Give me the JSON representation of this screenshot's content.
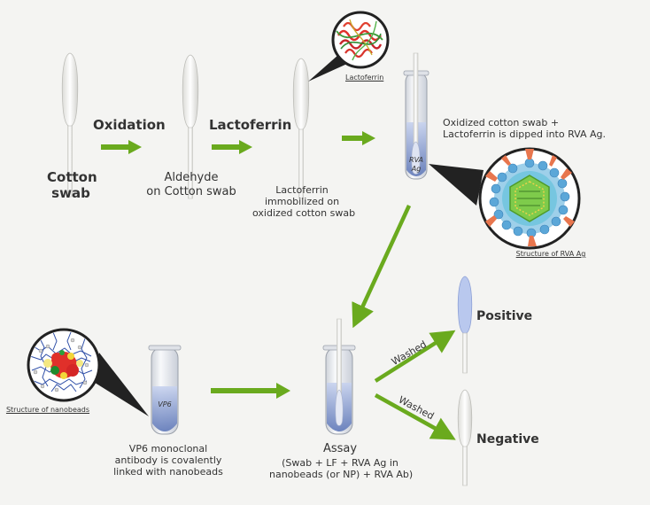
{
  "top": {
    "cotton_swab": [
      "Cotton",
      "swab"
    ],
    "step_oxidation": "Oxidation",
    "aldehyde": [
      "Aldehyde",
      "on Cotton swab"
    ],
    "step_lactoferrin": "Lactoferrin",
    "immobilized": [
      "Lactoferrin",
      "immobilized on",
      "oxidized cotton swab"
    ],
    "lactoferrin_caption": "Lactoferrin",
    "dip_text": [
      "Oxidized cotton swab +",
      "Lactoferrin is dipped into RVA Ag."
    ],
    "tube_label": [
      "RVA",
      "Ag"
    ],
    "rva_caption": "Structure of RVA Ag"
  },
  "bottom": {
    "nanobeads_caption": "Structure of nanobeads",
    "vp6_tube_label": "VP6",
    "vp6_text": [
      "VP6 monoclonal",
      "antibody is covalently",
      "linked with nanobeads"
    ],
    "assay_title": "Assay",
    "assay_text": [
      "(Swab + LF + RVA Ag in",
      "nanobeads (or NP) + RVA Ab)"
    ],
    "washed_1": "Washed",
    "washed_2": "Washed",
    "positive": "Positive",
    "negative": "Negative"
  },
  "colors": {
    "arrow": "#6aaa1e",
    "liquid": "#7f95c8",
    "positive_tip": "#b9c8ee"
  }
}
